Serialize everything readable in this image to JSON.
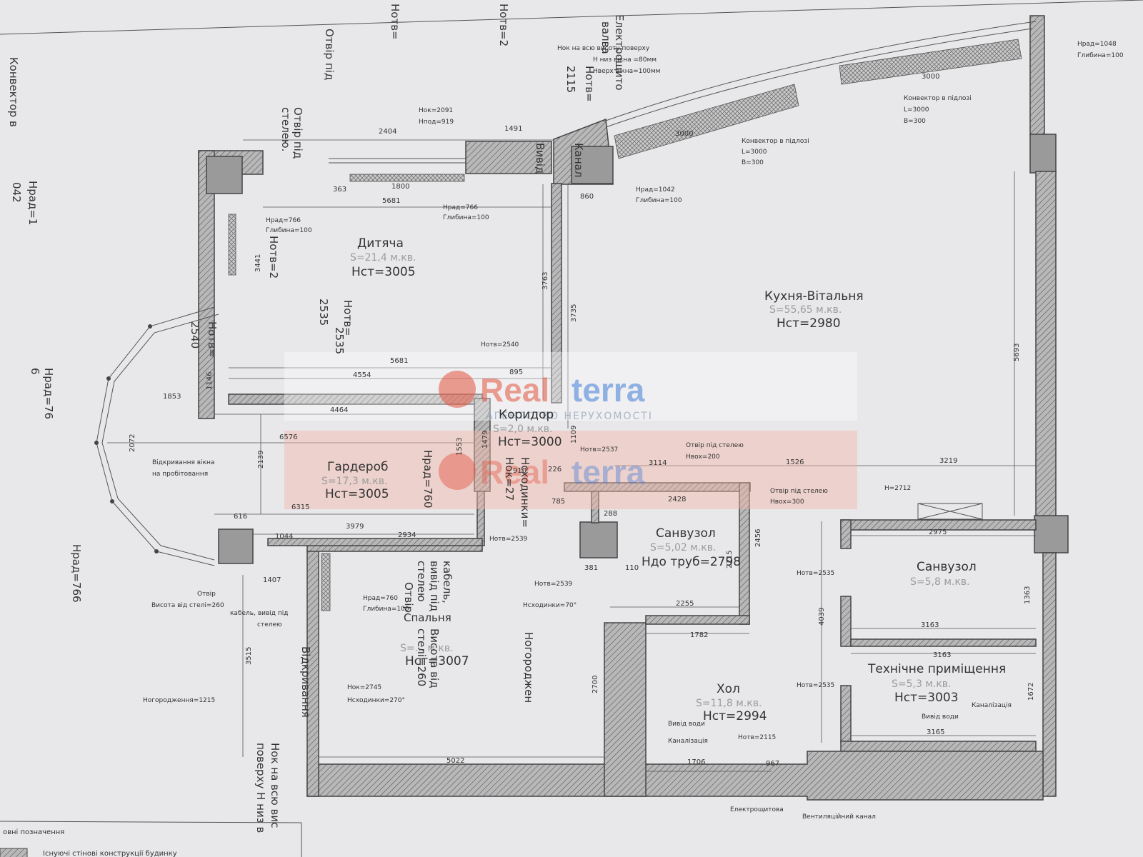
{
  "rooms": {
    "kids": {
      "name": "Дитяча",
      "area": "S=21,4 м.кв.",
      "height": "Нст=3005"
    },
    "kitchen": {
      "name": "Кухня-Вітальня",
      "area": "S=55,65 м.кв.",
      "height": "Нст=2980"
    },
    "corridor": {
      "name": "Коридор",
      "area": "S=2,0 м.кв.",
      "height": "Нст=3000"
    },
    "wardrobe": {
      "name": "Гардероб",
      "area": "S=17,3 м.кв.",
      "height": "Нст=3005"
    },
    "bath1": {
      "name": "Санвузол",
      "area": "S=5,02 м.кв.",
      "height": "Ндо труб=2798"
    },
    "bath2": {
      "name": "Санвузол",
      "area": "S=5,8 м.кв."
    },
    "tech": {
      "name": "Технічне приміщення",
      "area": "S=5,3 м.кв.",
      "height": "Нст=3003"
    },
    "hall": {
      "name": "Хол",
      "area": "S=11,8 м.кв.",
      "height": "Нст=2994"
    },
    "bedroom": {
      "area": "S=... м.кв.",
      "height": "Нст=3007"
    }
  },
  "dims": {
    "d2404": "2404",
    "d1491": "1491",
    "d1800": "1800",
    "d363": "363",
    "d5681a": "5681",
    "d5681b": "5681",
    "d4554": "4554",
    "d4464": "4464",
    "d6576": "6576",
    "d6315": "6315",
    "d3979": "3979",
    "d2934": "2934",
    "d1044": "1044",
    "d616": "616",
    "d1407": "1407",
    "d5022": "5022",
    "d1706": "1706",
    "d967": "967",
    "d2255": "2255",
    "d1782": "1782",
    "d2428": "2428",
    "d1526": "1526",
    "d3219": "3219",
    "d3114": "3114",
    "d2975": "2975",
    "d3163a": "3163",
    "d3163b": "3163",
    "d3165": "3165",
    "d3000a": "3000",
    "d3000b": "3000",
    "d860": "860",
    "d895": "895",
    "d910": "910",
    "d785": "785",
    "d288": "288",
    "d381": "381",
    "d110": "110",
    "d226": "226",
    "d1853": "1853",
    "d2072": "2072",
    "d5693": "5693",
    "d3763": "3763",
    "d3735": "3735",
    "d3441": "3441",
    "d2139": "2139",
    "d4039": "4039",
    "d2700": "2700",
    "d3515": "3515",
    "d1363": "1363",
    "d1672": "1672",
    "d2215": "2215",
    "d2456": "2456",
    "d1479": "1479",
    "d1553": "1553",
    "d1146": "1146",
    "d1109": "1109"
  },
  "labels": {
    "nok2091": "Нок=2091",
    "npod919": "Нпод=919",
    "nrad766a": "Нрад=766",
    "gl100a": "Глибина=100",
    "nrad766b": "Нрад=766",
    "gl100b": "Глибина=100",
    "nrad1042": "Нрад=1042",
    "gl100c": "Глибина=100",
    "nrad1048": "Нрад=1048",
    "gl100d": "Глибина=100",
    "nrad760": "Нрад=760",
    "gl100e": "Глибина=100",
    "konv1": "Конвектор в підлозі",
    "konv1L": "L=3000",
    "konv1B": "B=300",
    "konv2": "Конвектор в підлозі",
    "konv2L": "L=3000",
    "konv2B": "B=300",
    "nok_all": "Нок на всю висоту поверху",
    "nniz": "Н низ вікна =80мм",
    "nverh": "Нверх вікна=100мм",
    "notv2540": "Нотв=2540",
    "notv2537": "Нотв=2537",
    "notv2539a": "Нотв=2539",
    "notv2539b": "Нотв=2539",
    "notv2535a": "Нотв=2535",
    "notv2535b": "Нотв=2535",
    "notv2115": "Нотв=2115",
    "otvir1": "Отвір під стелею",
    "nvoh200": "Нвох=200",
    "otvir2": "Отвір під стелею",
    "nvoh300": "Нвох=300",
    "h2712": "Н=2712",
    "nosh70": "Нсходинки=70°",
    "nok2745": "Нок=2745",
    "nosh270": "Нсходинки=270°",
    "vidkr": "Відкривання вікна",
    "naprob": "на пробітовання",
    "otvir3": "Отвір",
    "vysota": "Висота від стелі=260",
    "kabel": "кабель, вивід під",
    "stelei": "стелею",
    "nogorod1215": "Ногородження=1215",
    "vyvid_vody1": "Вивід води",
    "kanal1": "Каналізація",
    "vyvid_vody2": "Вивід води",
    "kanal2": "Каналізація",
    "elektro": "Електрощитова",
    "vent": "Вентиляційний канал",
    "legend_title": "овні позначення",
    "legend_item": "Існуючі стінові конструкції будинку"
  },
  "notes": {
    "n1": "Отвір під",
    "n2": "Отвір під",
    "n3": "стелею.",
    "n4": "Нотв=",
    "n5": "Нотв=2",
    "n6": "Нотв=2",
    "n7": "Нотв=",
    "n8": "2535",
    "n9": "2535",
    "n10": "2540",
    "n11": "Нотв=",
    "n12": "Нрад=76",
    "n13": "6",
    "n14": "Нрад=1",
    "n15": "042",
    "n16": "Конвектор в",
    "n17": "Нрад=766",
    "n18": "Нрад=760",
    "n19": "Нсходинки=",
    "n20": "Нок=27",
    "n21": "кабель,",
    "n22": "вивід під",
    "n23": "стелею",
    "n24": "Отвір",
    "n25": "Висота від",
    "n26": "стелі=260",
    "n27": "Ногороджен",
    "n28": "Відкривання",
    "n29": "Нок на всю вис",
    "n30": "поверху Н низ в",
    "n31": "Вивід",
    "n32": "Канал",
    "n33": "2115",
    "n34": "Нотв=",
    "n35": "Електрощито",
    "n36": "валва",
    "n37": "Спальня"
  },
  "watermark": {
    "brand_a": "Real",
    "brand_b": "terra",
    "tagline": "АГЕНТСТВО НЕРУХОМОСТІ"
  },
  "colors": {
    "brand_red": "#e3533e",
    "brand_blue": "#3f7bd6",
    "paper": "#e7e6e9",
    "wall": "#9a9a9a"
  }
}
